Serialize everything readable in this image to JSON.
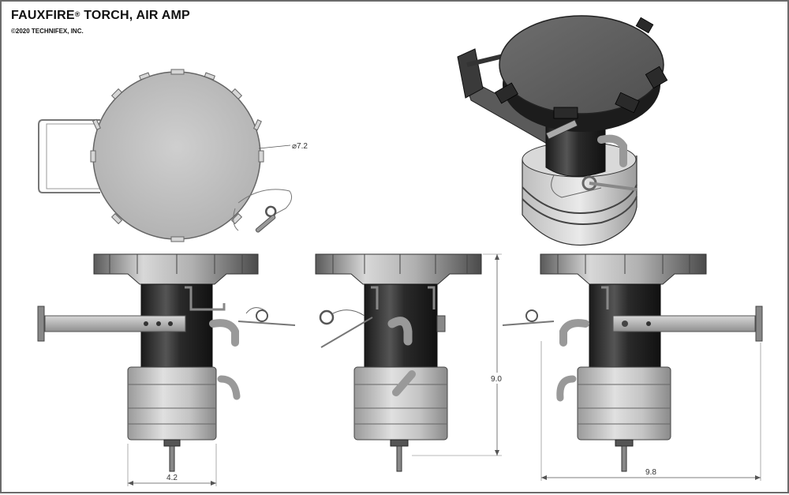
{
  "header": {
    "title_main": "FAUXFIRE",
    "title_reg": "®",
    "title_rest": " TORCH, AIR AMP",
    "copyright": "©2020 TECHNIFEX, INC."
  },
  "dimensions": {
    "diameter": "7.2",
    "height": "9.0",
    "base_width": "4.2",
    "overall_width": "9.8"
  },
  "views": [
    "top-view",
    "isometric-view",
    "front-view",
    "side-view",
    "rear-view"
  ],
  "colors": {
    "border": "#6b6b6b",
    "metal_dark": "#2b2b2b",
    "metal_light": "#c9c9c9",
    "disc": "#bdbdbd"
  }
}
